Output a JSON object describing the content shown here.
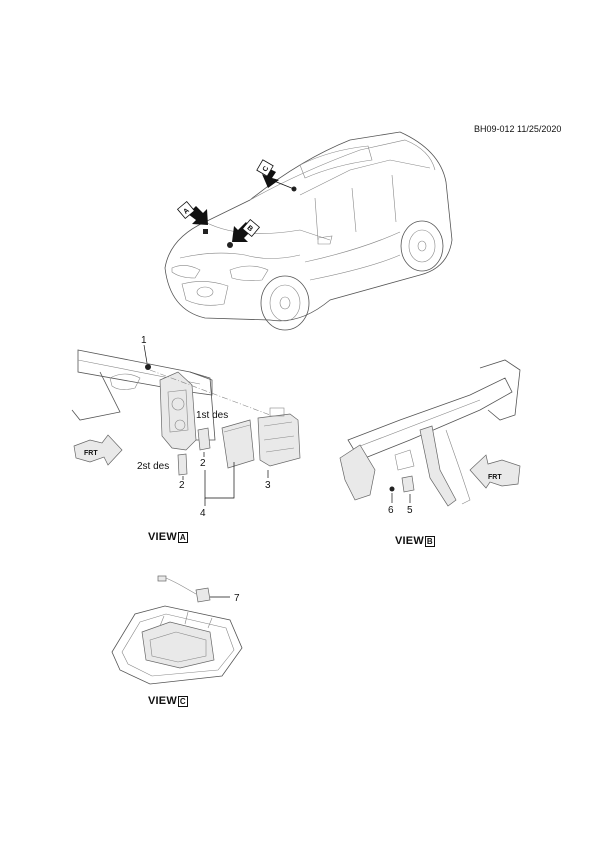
{
  "header": {
    "code": "BH09-012 11/25/2020"
  },
  "callouts": {
    "c1": "1",
    "c2a": "2",
    "c2b": "2",
    "c3": "3",
    "c4": "4",
    "c5": "5",
    "c6": "6",
    "c7": "7"
  },
  "notes": {
    "first": "1st des",
    "second": "2st des"
  },
  "views": [
    {
      "word": "VIEW",
      "letter": "A"
    },
    {
      "word": "VIEW",
      "letter": "B"
    },
    {
      "word": "VIEW",
      "letter": "C"
    }
  ],
  "car_arrows": {
    "a": "A",
    "b": "B",
    "c": "C"
  },
  "frt": {
    "left": "FRT",
    "right": "FRT"
  }
}
